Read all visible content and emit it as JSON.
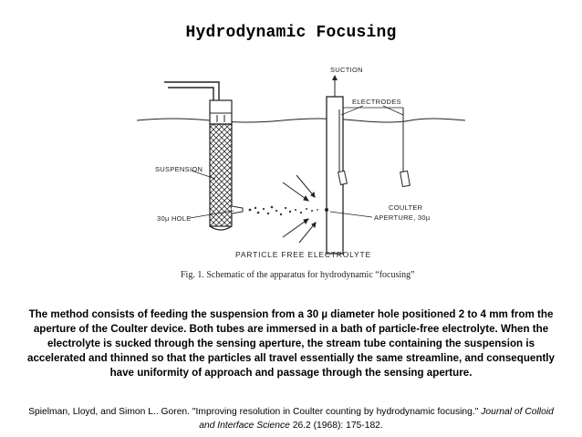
{
  "title": "Hydrodynamic Focusing",
  "figure": {
    "labels": {
      "suction": "SUCTION",
      "electrodes": "ELECTRODES",
      "suspension": "SUSPENSION",
      "hole": "30µ HOLE",
      "coulter": "COULTER",
      "aperture": "APERTURE, 30µ",
      "electrolyte": "PARTICLE FREE ELECTROLYTE"
    },
    "caption": "Fig. 1. Schematic of the apparatus for hydrodynamic “focusing”"
  },
  "body": "The method consists of feeding the suspension from a 30 µ diameter hole positioned 2 to 4 mm from the aperture of the Coulter device. Both tubes are immersed in a bath of particle-free electrolyte. When the electrolyte is sucked through the sensing aperture, the stream tube containing the suspension is accelerated and thinned so that the particles all travel essentially the same streamline, and consequently have uniformity of approach and passage through the sensing aperture.",
  "citation": {
    "authors_title": "Spielman, Lloyd, and Simon L.. Goren. \"Improving resolution in Coulter counting by hydrodynamic focusing.\"",
    "journal": "Journal of Colloid and Interface Science",
    "details": "26.2 (1968): 175-182."
  }
}
